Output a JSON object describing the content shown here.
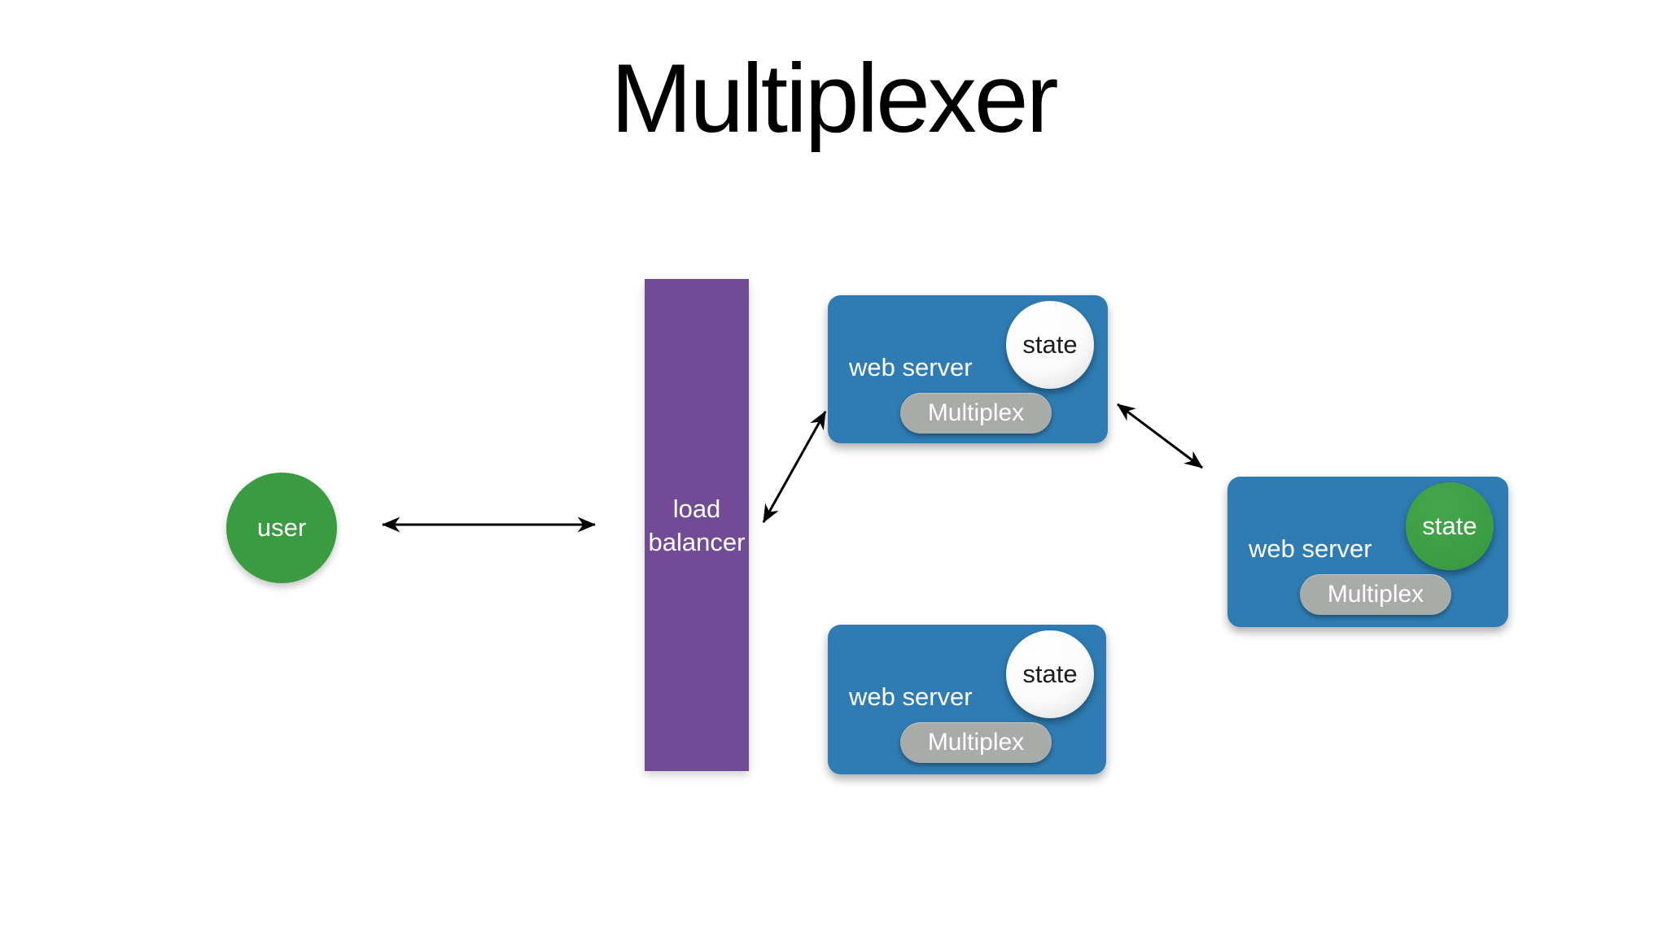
{
  "title": "Multiplexer",
  "colors": {
    "background": "#ffffff",
    "title_text": "#000000",
    "user_green": "#3a9c41",
    "balancer_purple": "#714b96",
    "server_blue": "#2e7cb3",
    "pill_gray": "#a9aba8",
    "state_ball_light": "#d9d9d9",
    "state_green": "#3a9c41",
    "arrow_black": "#000000",
    "light_text": "#ffffff",
    "dark_text": "#1c1c1c"
  },
  "nodes": {
    "user": {
      "label": "user"
    },
    "load_balancer": {
      "lines": [
        "load",
        "balancer"
      ]
    },
    "web_servers": [
      {
        "label": "web server",
        "state_label": "state",
        "multiplex_label": "Multiplex",
        "state_variant": "light"
      },
      {
        "label": "web server",
        "state_label": "state",
        "multiplex_label": "Multiplex",
        "state_variant": "light"
      },
      {
        "label": "web server",
        "state_label": "state",
        "multiplex_label": "Multiplex",
        "state_variant": "green"
      }
    ]
  },
  "arrows": [
    {
      "from": "user",
      "to": "load-balancer",
      "bidirectional": true
    },
    {
      "from": "load-balancer",
      "to": "web-server-top",
      "bidirectional": true
    },
    {
      "from": "web-server-top",
      "to": "web-server-right",
      "bidirectional": true
    }
  ]
}
